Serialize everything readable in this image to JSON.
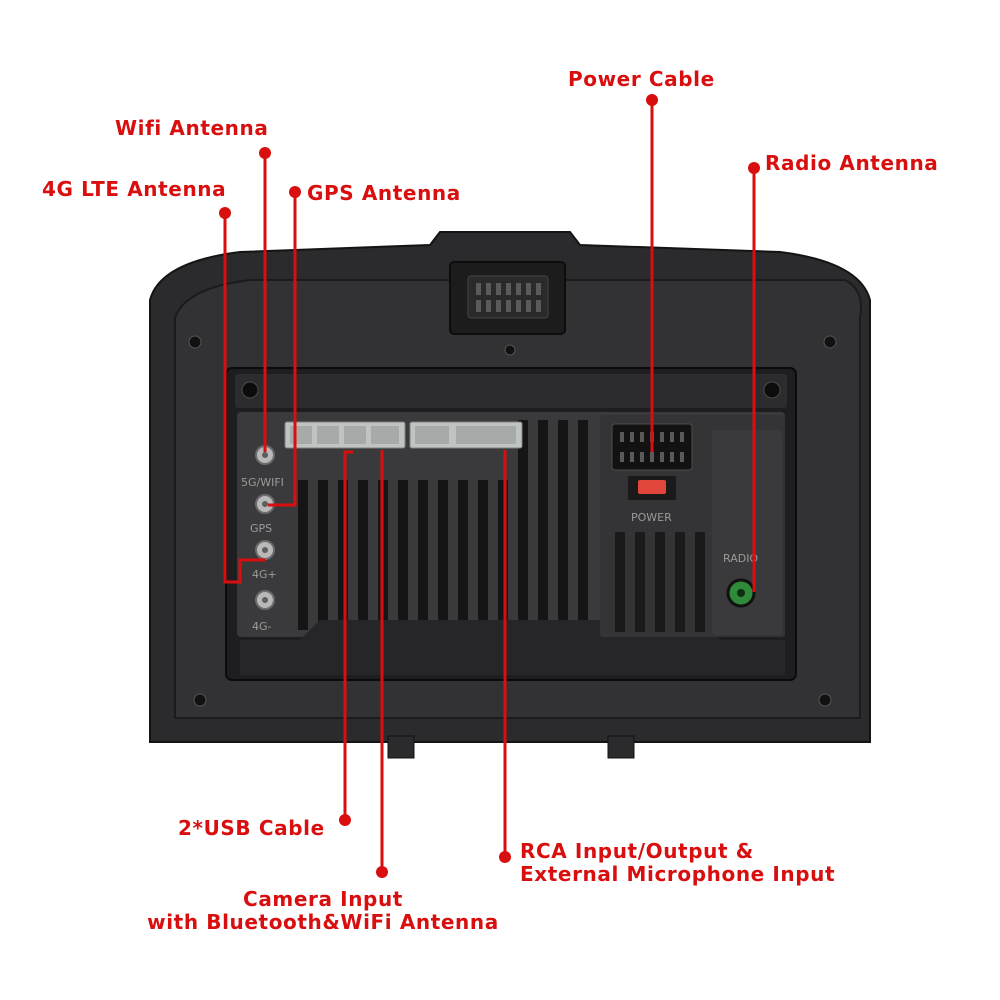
{
  "colors": {
    "callout": "#d90f0f",
    "housing": "#2b2b2d",
    "panel": "#3a3a3c",
    "connector": "#bfc3c1",
    "power_tab": "#e0463c",
    "radio_jack": "#2f8a3a"
  },
  "callouts": {
    "wifi_antenna": "Wifi Antenna",
    "lte_antenna": "4G LTE Antenna",
    "gps_antenna": "GPS Antenna",
    "power_cable": "Power Cable",
    "radio_antenna": "Radio Antenna",
    "usb_cable": "2*USB Cable",
    "camera_input": [
      "Camera Input",
      "with Bluetooth&WiFi Antenna"
    ],
    "rca_input": [
      "RCA Input/Output &",
      "External Microphone Input"
    ]
  },
  "port_labels": {
    "wifi": "5G/WIFI",
    "gps": "GPS",
    "lte_plus": "4G+",
    "lte": "4G-",
    "power": "POWER",
    "radio": "RADIO"
  }
}
